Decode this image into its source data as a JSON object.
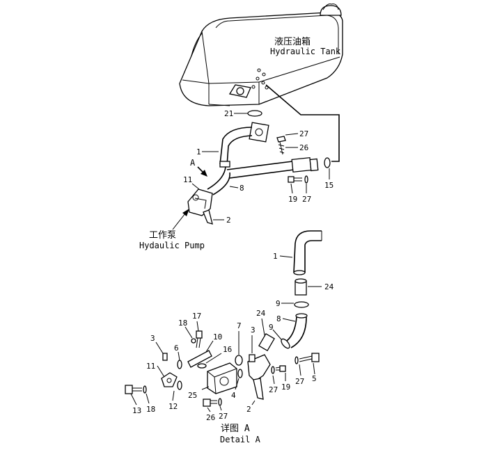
{
  "tank": {
    "label_cn": "液压油箱",
    "label_en": "Hydraulic Tank"
  },
  "pump": {
    "label_cn": "工作泵",
    "label_en": "Hydaulic Pump"
  },
  "detail": {
    "arrow_label": "A",
    "caption_cn": "详图 A",
    "caption_en": "Detail A"
  },
  "callouts_top": [
    {
      "id": "21",
      "text": "21"
    },
    {
      "id": "27a",
      "text": "27"
    },
    {
      "id": "26a",
      "text": "26"
    },
    {
      "id": "1a",
      "text": "1"
    },
    {
      "id": "15",
      "text": "15"
    },
    {
      "id": "11a",
      "text": "11"
    },
    {
      "id": "8a",
      "text": "8"
    },
    {
      "id": "19a",
      "text": "19"
    },
    {
      "id": "27b",
      "text": "27"
    },
    {
      "id": "2a",
      "text": "2"
    }
  ],
  "callouts_detail": [
    {
      "id": "1b",
      "text": "1"
    },
    {
      "id": "24a",
      "text": "24"
    },
    {
      "id": "9a",
      "text": "9"
    },
    {
      "id": "8b",
      "text": "8"
    },
    {
      "id": "24b",
      "text": "24"
    },
    {
      "id": "9b",
      "text": "9"
    },
    {
      "id": "7",
      "text": "7"
    },
    {
      "id": "3a",
      "text": "3"
    },
    {
      "id": "17",
      "text": "17"
    },
    {
      "id": "18a",
      "text": "18"
    },
    {
      "id": "10",
      "text": "10"
    },
    {
      "id": "6",
      "text": "6"
    },
    {
      "id": "16",
      "text": "16"
    },
    {
      "id": "3b",
      "text": "3"
    },
    {
      "id": "11b",
      "text": "11"
    },
    {
      "id": "5",
      "text": "5"
    },
    {
      "id": "27c",
      "text": "27"
    },
    {
      "id": "19b",
      "text": "19"
    },
    {
      "id": "27d",
      "text": "27"
    },
    {
      "id": "25",
      "text": "25"
    },
    {
      "id": "4",
      "text": "4"
    },
    {
      "id": "2b",
      "text": "2"
    },
    {
      "id": "13",
      "text": "13"
    },
    {
      "id": "18b",
      "text": "18"
    },
    {
      "id": "12",
      "text": "12"
    },
    {
      "id": "26b",
      "text": "26"
    },
    {
      "id": "27e",
      "text": "27"
    }
  ]
}
